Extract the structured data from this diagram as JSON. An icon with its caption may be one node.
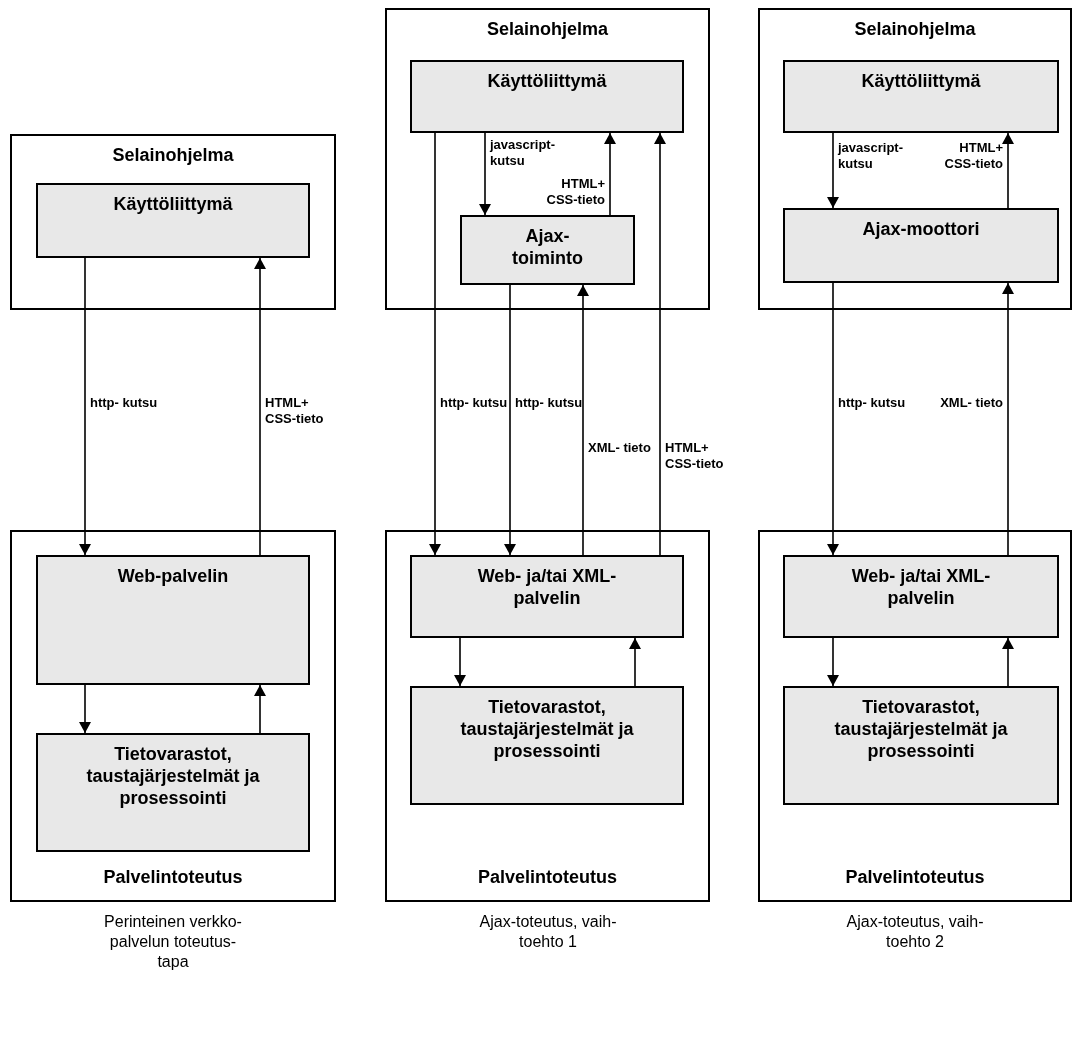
{
  "diagram": {
    "nodes": [
      {
        "text": [
          "Selainohjelma"
        ]
      },
      {
        "text": [
          "Käyttöliittymä"
        ],
        "in": 0
      },
      {
        "text": [
          "Palvelintoteutus"
        ]
      },
      {
        "text": [
          "Web-palvelin"
        ],
        "in": 2
      },
      {
        "text": [
          "Tietovarastot, taustajärjestelmät ja prosessointi"
        ],
        "in": 2
      },
      {
        "text": [
          "Selainohjelma"
        ]
      },
      {
        "text": [
          "Käyttöliittymä"
        ],
        "in": 5
      },
      {
        "text": [
          "Ajax- toiminto"
        ],
        "in": 5
      },
      {
        "text": [
          "Palvelintoteutus"
        ]
      },
      {
        "text": [
          "Web- ja/tai XML- palvelin"
        ],
        "in": 8
      },
      {
        "text": [
          "Tietovarastot, taustajärjestelmät ja prosessointi"
        ],
        "in": 8
      },
      {
        "text": [
          "Selainohjelma"
        ]
      },
      {
        "text": [
          "Käyttöliittymä"
        ],
        "in": 11
      },
      {
        "text": [
          "Ajax-moottori"
        ],
        "in": 11
      },
      {
        "text": [
          "Palvelintoteutus"
        ]
      },
      {
        "text": [
          "Web- ja/tai XML- palvelin"
        ],
        "in": 14
      },
      {
        "text": [
          "Tietovarastot, taustajärjestelmät ja prosessointi"
        ],
        "in": 14
      }
    ],
    "edges": [
      {
        "from": 1,
        "to": 3,
        "arrow": "to",
        "label": "http- kutsu"
      },
      {
        "from": 3,
        "to": 1,
        "arrow": "to",
        "label": "HTML+ CSS-tieto"
      },
      {
        "from": 3,
        "to": 4,
        "arrow": "to"
      },
      {
        "from": 4,
        "to": 3,
        "arrow": "to"
      },
      {
        "from": 6,
        "to": 9,
        "arrow": "to",
        "label": "http- kutsu"
      },
      {
        "from": 6,
        "to": 7,
        "arrow": "to",
        "label": "javascript- kutsu"
      },
      {
        "from": 7,
        "to": 6,
        "arrow": "to",
        "label": "HTML+ CSS-tieto"
      },
      {
        "from": 7,
        "to": 9,
        "arrow": "to",
        "label": "http- kutsu"
      },
      {
        "from": 9,
        "to": 7,
        "arrow": "to",
        "label": "XML- tieto"
      },
      {
        "from": 9,
        "to": 6,
        "arrow": "to",
        "label": "HTML+ CSS-tieto"
      },
      {
        "from": 9,
        "to": 10,
        "arrow": "to"
      },
      {
        "from": 10,
        "to": 9,
        "arrow": "to"
      },
      {
        "from": 12,
        "to": 13,
        "arrow": "to",
        "label": "javascript- kutsu"
      },
      {
        "from": 13,
        "to": 12,
        "arrow": "to",
        "label": "HTML+ CSS-tieto"
      },
      {
        "from": 13,
        "to": 15,
        "arrow": "to",
        "label": "http- kutsu"
      },
      {
        "from": 15,
        "to": 13,
        "arrow": "to",
        "label": "XML- tieto"
      },
      {
        "from": 15,
        "to": 16,
        "arrow": "to"
      },
      {
        "from": 16,
        "to": 15,
        "arrow": "to"
      }
    ],
    "labels": [
      "Perinteinen verkko- palvelun toteutus- tapa",
      "Ajax-toteutus, vaih- toehto 1",
      "Ajax-toteutus, vaih- toehto 2"
    ]
  }
}
